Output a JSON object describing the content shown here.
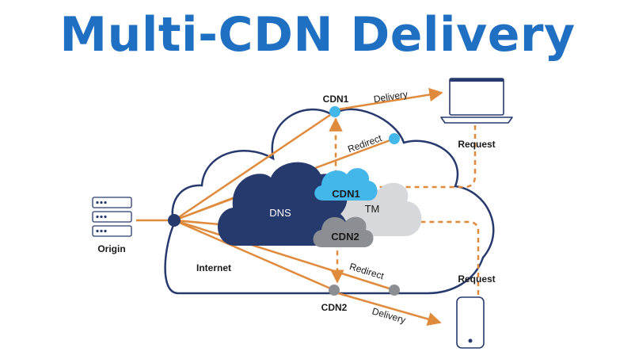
{
  "title": "Multi-CDN Delivery",
  "colors": {
    "title": "#1f6fc2",
    "flow": "#e08a3c",
    "dns_cloud": "#273a6e",
    "cdn1_cloud": "#43b7ea",
    "tm_cloud": "#d7d8db",
    "cdn2_cloud": "#8b8e93",
    "outline": "#273a6e"
  },
  "labels": {
    "origin": "Origin",
    "internet": "Internet",
    "dns": "DNS",
    "tm": "TM",
    "cdn1_cloud": "CDN1",
    "cdn2_cloud": "CDN2",
    "cdn1_node": "CDN1",
    "cdn2_node": "CDN2",
    "delivery_top": "Delivery",
    "delivery_bottom": "Delivery",
    "redirect_top": "Redirect",
    "redirect_bottom": "Redirect",
    "request_laptop": "Request",
    "request_phone": "Request"
  },
  "icons": [
    "server-icon",
    "laptop-icon",
    "smartphone-icon"
  ]
}
